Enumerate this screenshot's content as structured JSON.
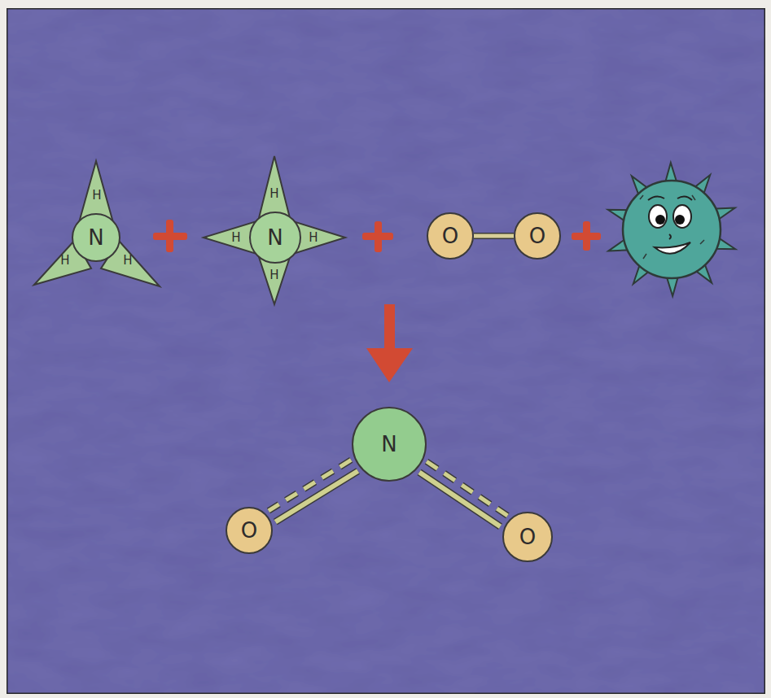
{
  "diagram": {
    "nodes": [
      {
        "text": [
          "N"
        ]
      },
      {
        "text": [
          "N"
        ]
      },
      {
        "text": [
          "O"
        ]
      },
      {
        "text": [
          "O"
        ]
      },
      {
        "text": [
          "N"
        ]
      },
      {
        "text": [
          "O"
        ]
      },
      {
        "text": [
          "O"
        ]
      }
    ],
    "edges": [
      {
        "from": 2,
        "to": 3,
        "arrow": "none"
      },
      {
        "from": 4,
        "to": 5,
        "arrow": "none"
      },
      {
        "from": 4,
        "to": 6,
        "arrow": "none"
      }
    ],
    "labels": [
      "H",
      "H",
      "H",
      "H",
      "H",
      "H",
      "H"
    ]
  }
}
